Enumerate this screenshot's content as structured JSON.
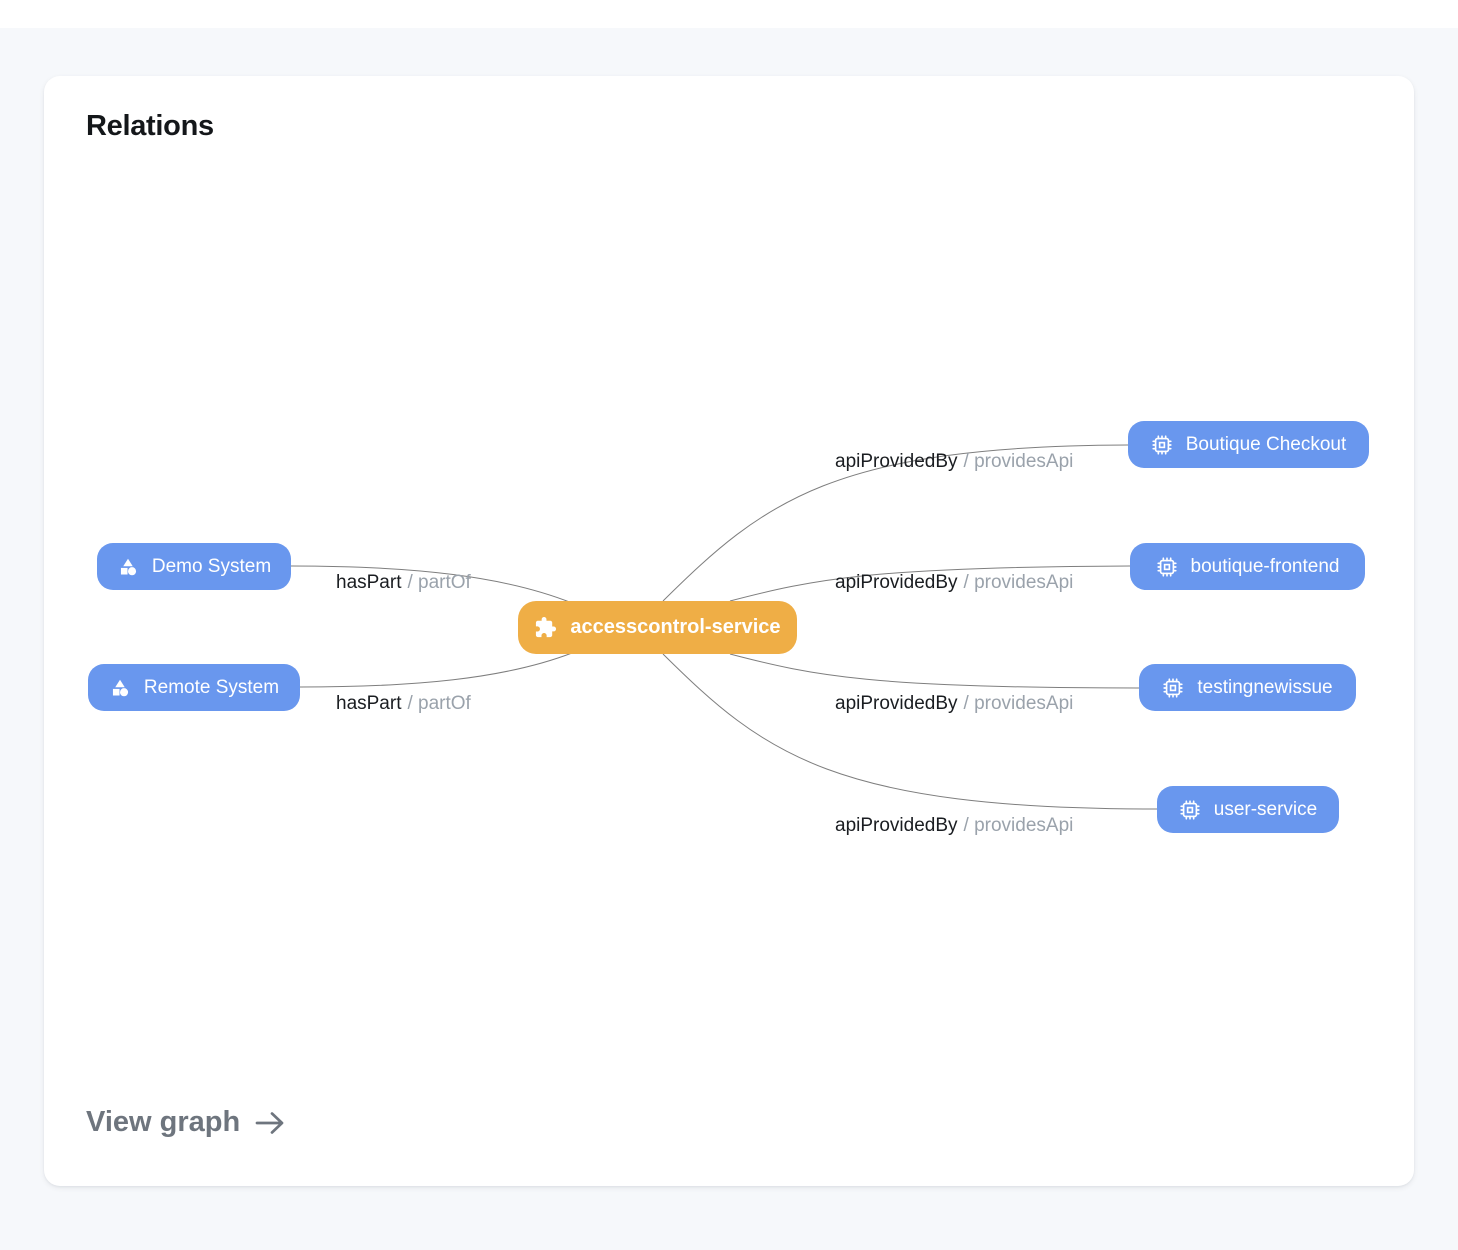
{
  "card": {
    "title": "Relations",
    "view_graph_label": "View graph"
  },
  "colors": {
    "page_bg": "#f6f8fb",
    "node_blue": "#6997ee",
    "node_orange": "#efae46",
    "edge": "#7e7e7e",
    "label_primary": "#1a1d21",
    "label_secondary": "#9aa2ab"
  },
  "graph": {
    "center": {
      "label": "accesscontrol-service",
      "icon": "puzzle-icon",
      "type": "component"
    },
    "left_nodes": [
      {
        "label": "Demo System",
        "icon": "shapes-icon",
        "relation": {
          "primary": "hasPart",
          "secondary": "/ partOf"
        }
      },
      {
        "label": "Remote System",
        "icon": "shapes-icon",
        "relation": {
          "primary": "hasPart",
          "secondary": "/ partOf"
        }
      }
    ],
    "right_nodes": [
      {
        "label": "Boutique Checkout",
        "icon": "chip-icon",
        "relation": {
          "primary": "apiProvidedBy",
          "secondary": "/ providesApi"
        }
      },
      {
        "label": "boutique-frontend",
        "icon": "chip-icon",
        "relation": {
          "primary": "apiProvidedBy",
          "secondary": "/ providesApi"
        }
      },
      {
        "label": "testingnewissue",
        "icon": "chip-icon",
        "relation": {
          "primary": "apiProvidedBy",
          "secondary": "/ providesApi"
        }
      },
      {
        "label": "user-service",
        "icon": "chip-icon",
        "relation": {
          "primary": "apiProvidedBy",
          "secondary": "/ providesApi"
        }
      }
    ]
  }
}
